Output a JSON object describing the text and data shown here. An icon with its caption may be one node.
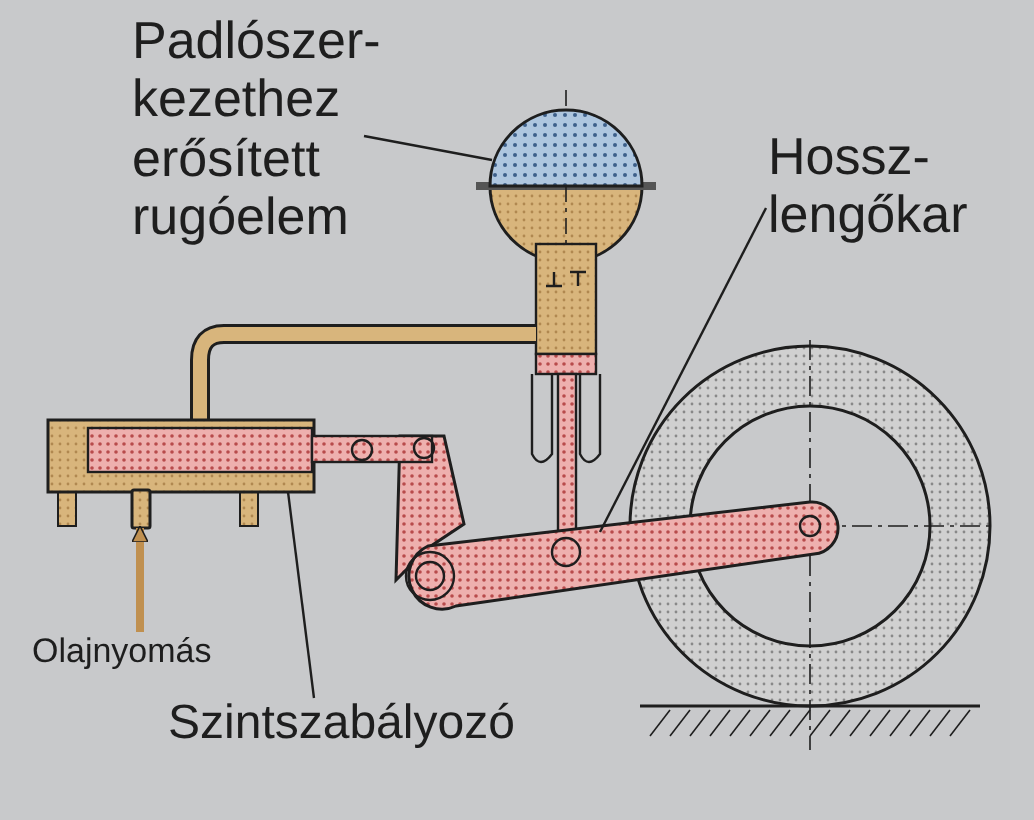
{
  "diagram": {
    "nodes": [
      {
        "text": [
          "Padlószer- kezethez erősített rugóelem"
        ]
      },
      {
        "text": [],
        "shape": "circle"
      },
      {
        "text": [
          "Hossz- lengőkar"
        ]
      },
      {
        "text": [],
        "shape": "bar"
      },
      {
        "text": [
          "Olajnyomás"
        ]
      },
      {
        "text": [],
        "shape": "bar"
      },
      {
        "text": [
          "Szintszabályozó"
        ]
      },
      {
        "text": [],
        "shape": "box"
      }
    ],
    "edges": [
      {
        "from": 0,
        "to": 1,
        "arrow": "none"
      },
      {
        "from": 2,
        "to": 3,
        "arrow": "none"
      },
      {
        "from": 4,
        "to": 5,
        "arrow": "to",
        "style": "thick",
        "color": "#c09050"
      },
      {
        "from": 6,
        "to": 7,
        "arrow": "none"
      }
    ]
  }
}
